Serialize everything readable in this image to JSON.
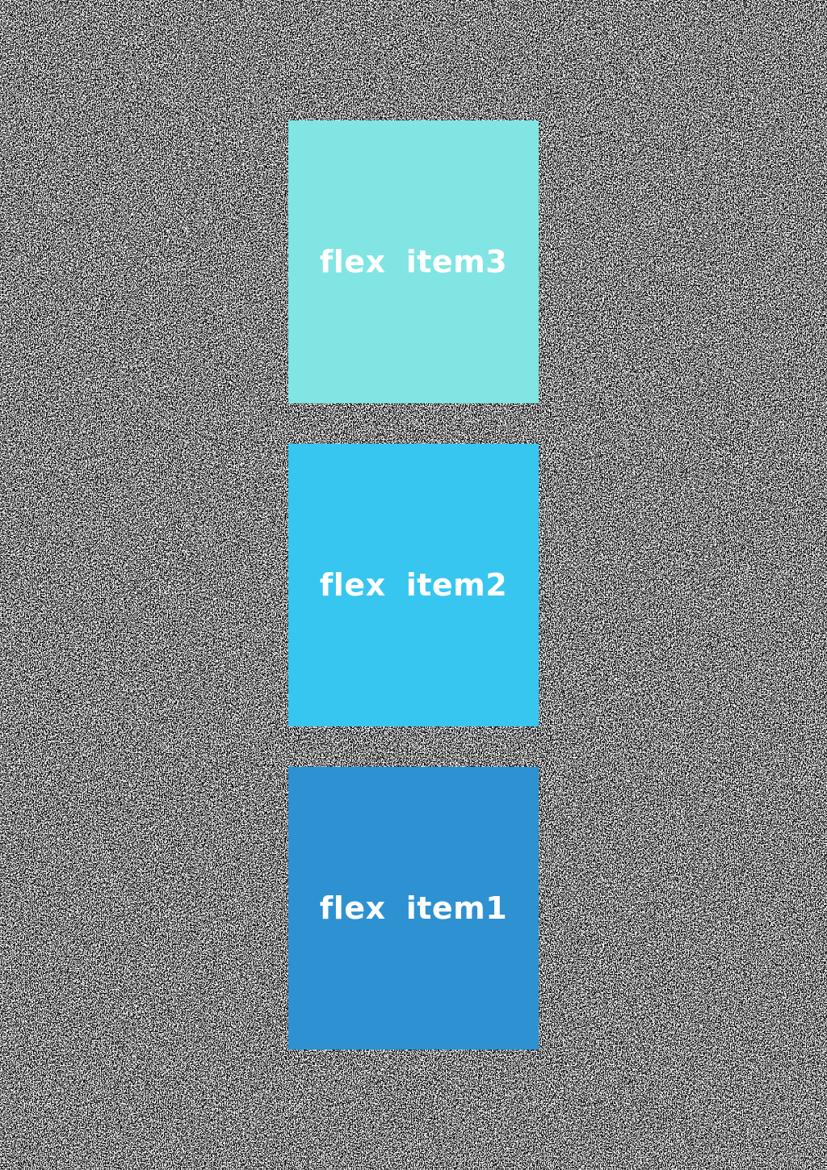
{
  "page": {
    "background_style": "black-white-static-noise",
    "noise_colors": [
      "#000000",
      "#ffffff"
    ]
  },
  "flex_container": {
    "direction": "column-reverse",
    "text_color": "#ffffff",
    "items": [
      {
        "label": "flex item1",
        "color": "#2d91d2"
      },
      {
        "label": "flex item2",
        "color": "#37c6f0"
      },
      {
        "label": "flex item3",
        "color": "#80e5e3"
      }
    ]
  }
}
